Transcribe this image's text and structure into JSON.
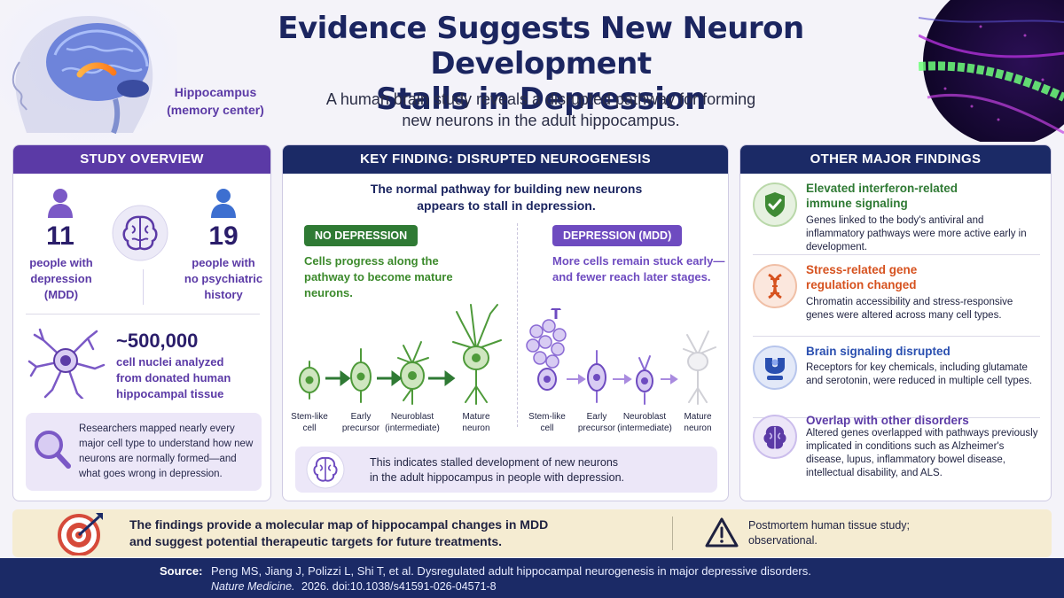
{
  "header": {
    "title_line1": "Evidence Suggests New Neuron Development",
    "title_line2": "Stalls in Depression",
    "subtitle_line1": "A human brain study reveals a disrupted pathway for forming",
    "subtitle_line2": "new neurons in the adult hippocampus.",
    "hippocampus_label_line1": "Hippocampus",
    "hippocampus_label_line2": "(memory center)"
  },
  "overview": {
    "heading": "STUDY OVERVIEW",
    "depression_count": "11",
    "depression_label_line1": "people with",
    "depression_label_line2": "depression",
    "depression_label_line3": "(MDD)",
    "control_count": "19",
    "control_label_line1": "people with",
    "control_label_line2": "no psychiatric",
    "control_label_line3": "history",
    "cells_count": "~500,000",
    "cells_label_line1": "cell nuclei analyzed",
    "cells_label_line2": "from donated human",
    "cells_label_line3": "hippocampal tissue",
    "note": "Researchers mapped nearly every major cell type to understand how new neurons are normally formed—and what goes wrong in depression."
  },
  "key_finding": {
    "heading": "KEY FINDING: DISRUPTED NEUROGENESIS",
    "lead_line1": "The normal pathway for building new neurons",
    "lead_line2": "appears to stall in depression.",
    "no_depression_pill": "NO DEPRESSION",
    "no_depression_desc": "Cells progress along the pathway to become mature neurons.",
    "depression_pill": "DEPRESSION (MDD)",
    "depression_desc": "More cells remain stuck early—and fewer reach later stages.",
    "stages": [
      {
        "line1": "Stem-like",
        "line2": "cell"
      },
      {
        "line1": "Early",
        "line2": "precursor"
      },
      {
        "line1": "Neuroblast",
        "line2": "(intermediate)"
      },
      {
        "line1": "Mature",
        "line2": "neuron"
      }
    ],
    "note_line1": "This indicates stalled development of new neurons",
    "note_line2": "in the adult hippocampus in people with depression."
  },
  "other_findings": {
    "heading": "OTHER MAJOR FINDINGS",
    "items": [
      {
        "title_line1": "Elevated interferon-related",
        "title_line2": "immune signaling",
        "body": "Genes linked to the body's antiviral and inflammatory pathways were more active early in development.",
        "icon": "shield-check-icon",
        "color": "#2f7a34"
      },
      {
        "title_line1": "Stress-related gene",
        "title_line2": "regulation changed",
        "body": "Chromatin accessibility and stress-responsive genes were altered across many cell types.",
        "icon": "dna-icon",
        "color": "#d6521f"
      },
      {
        "title_line1": "Brain signaling disrupted",
        "title_line2": "",
        "body": "Receptors for key chemicals, including glutamate and serotonin, were reduced in multiple cell types.",
        "icon": "receptor-icon",
        "color": "#2a4fb0"
      },
      {
        "title_line1": "Overlap with other disorders",
        "title_line2": "",
        "body": "Altered genes overlapped with pathways previously implicated in conditions such as Alzheimer's disease, lupus, inflammatory bowel disease, intellectual disability, and ALS.",
        "icon": "brain-icon",
        "color": "#5b3aa6"
      }
    ]
  },
  "banner": {
    "line1": "The findings provide a molecular map of hippocampal changes in MDD",
    "line2": "and suggest potential therapeutic targets for future treatments.",
    "note_line1": "Postmortem human tissue study;",
    "note_line2": "observational."
  },
  "footer": {
    "source_label": "Source:",
    "citation": "Peng MS, Jiang J, Polizzi L, Shi T, et al. Dysregulated adult hippocampal neurogenesis in major depressive disorders.",
    "journal": "Nature Medicine.",
    "citation_tail": "2026. doi:10.1038/s41591-026-04571-8"
  },
  "colors": {
    "navy": "#1b2a66",
    "purple": "#5b3aa6",
    "green": "#2f7a34",
    "orange": "#d6521f"
  }
}
